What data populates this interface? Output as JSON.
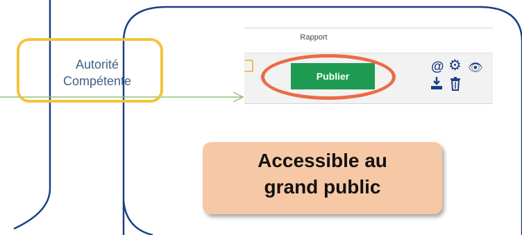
{
  "authority": {
    "label_line1": "Autorité",
    "label_line2": "Compétente"
  },
  "report_panel": {
    "header": "Rapport",
    "publish_label": "Publier"
  },
  "actions": [
    {
      "name": "at-icon",
      "glyph": "@"
    },
    {
      "name": "gear-icon",
      "glyph": "⚙"
    },
    {
      "name": "eye-icon",
      "glyph": "👁"
    },
    {
      "name": "download-icon"
    },
    {
      "name": "trash-icon"
    }
  ],
  "callout": {
    "line1": "Accessible au",
    "line2": "grand public"
  },
  "colors": {
    "authority_border": "#f5c33b",
    "swimlane": "#1a3f87",
    "flow_arrow": "#8cc47a",
    "publish_button": "#1f9a53",
    "highlight": "#ec6b45",
    "callout_bg": "#f7c8a5",
    "icon": "#1b3f87"
  }
}
